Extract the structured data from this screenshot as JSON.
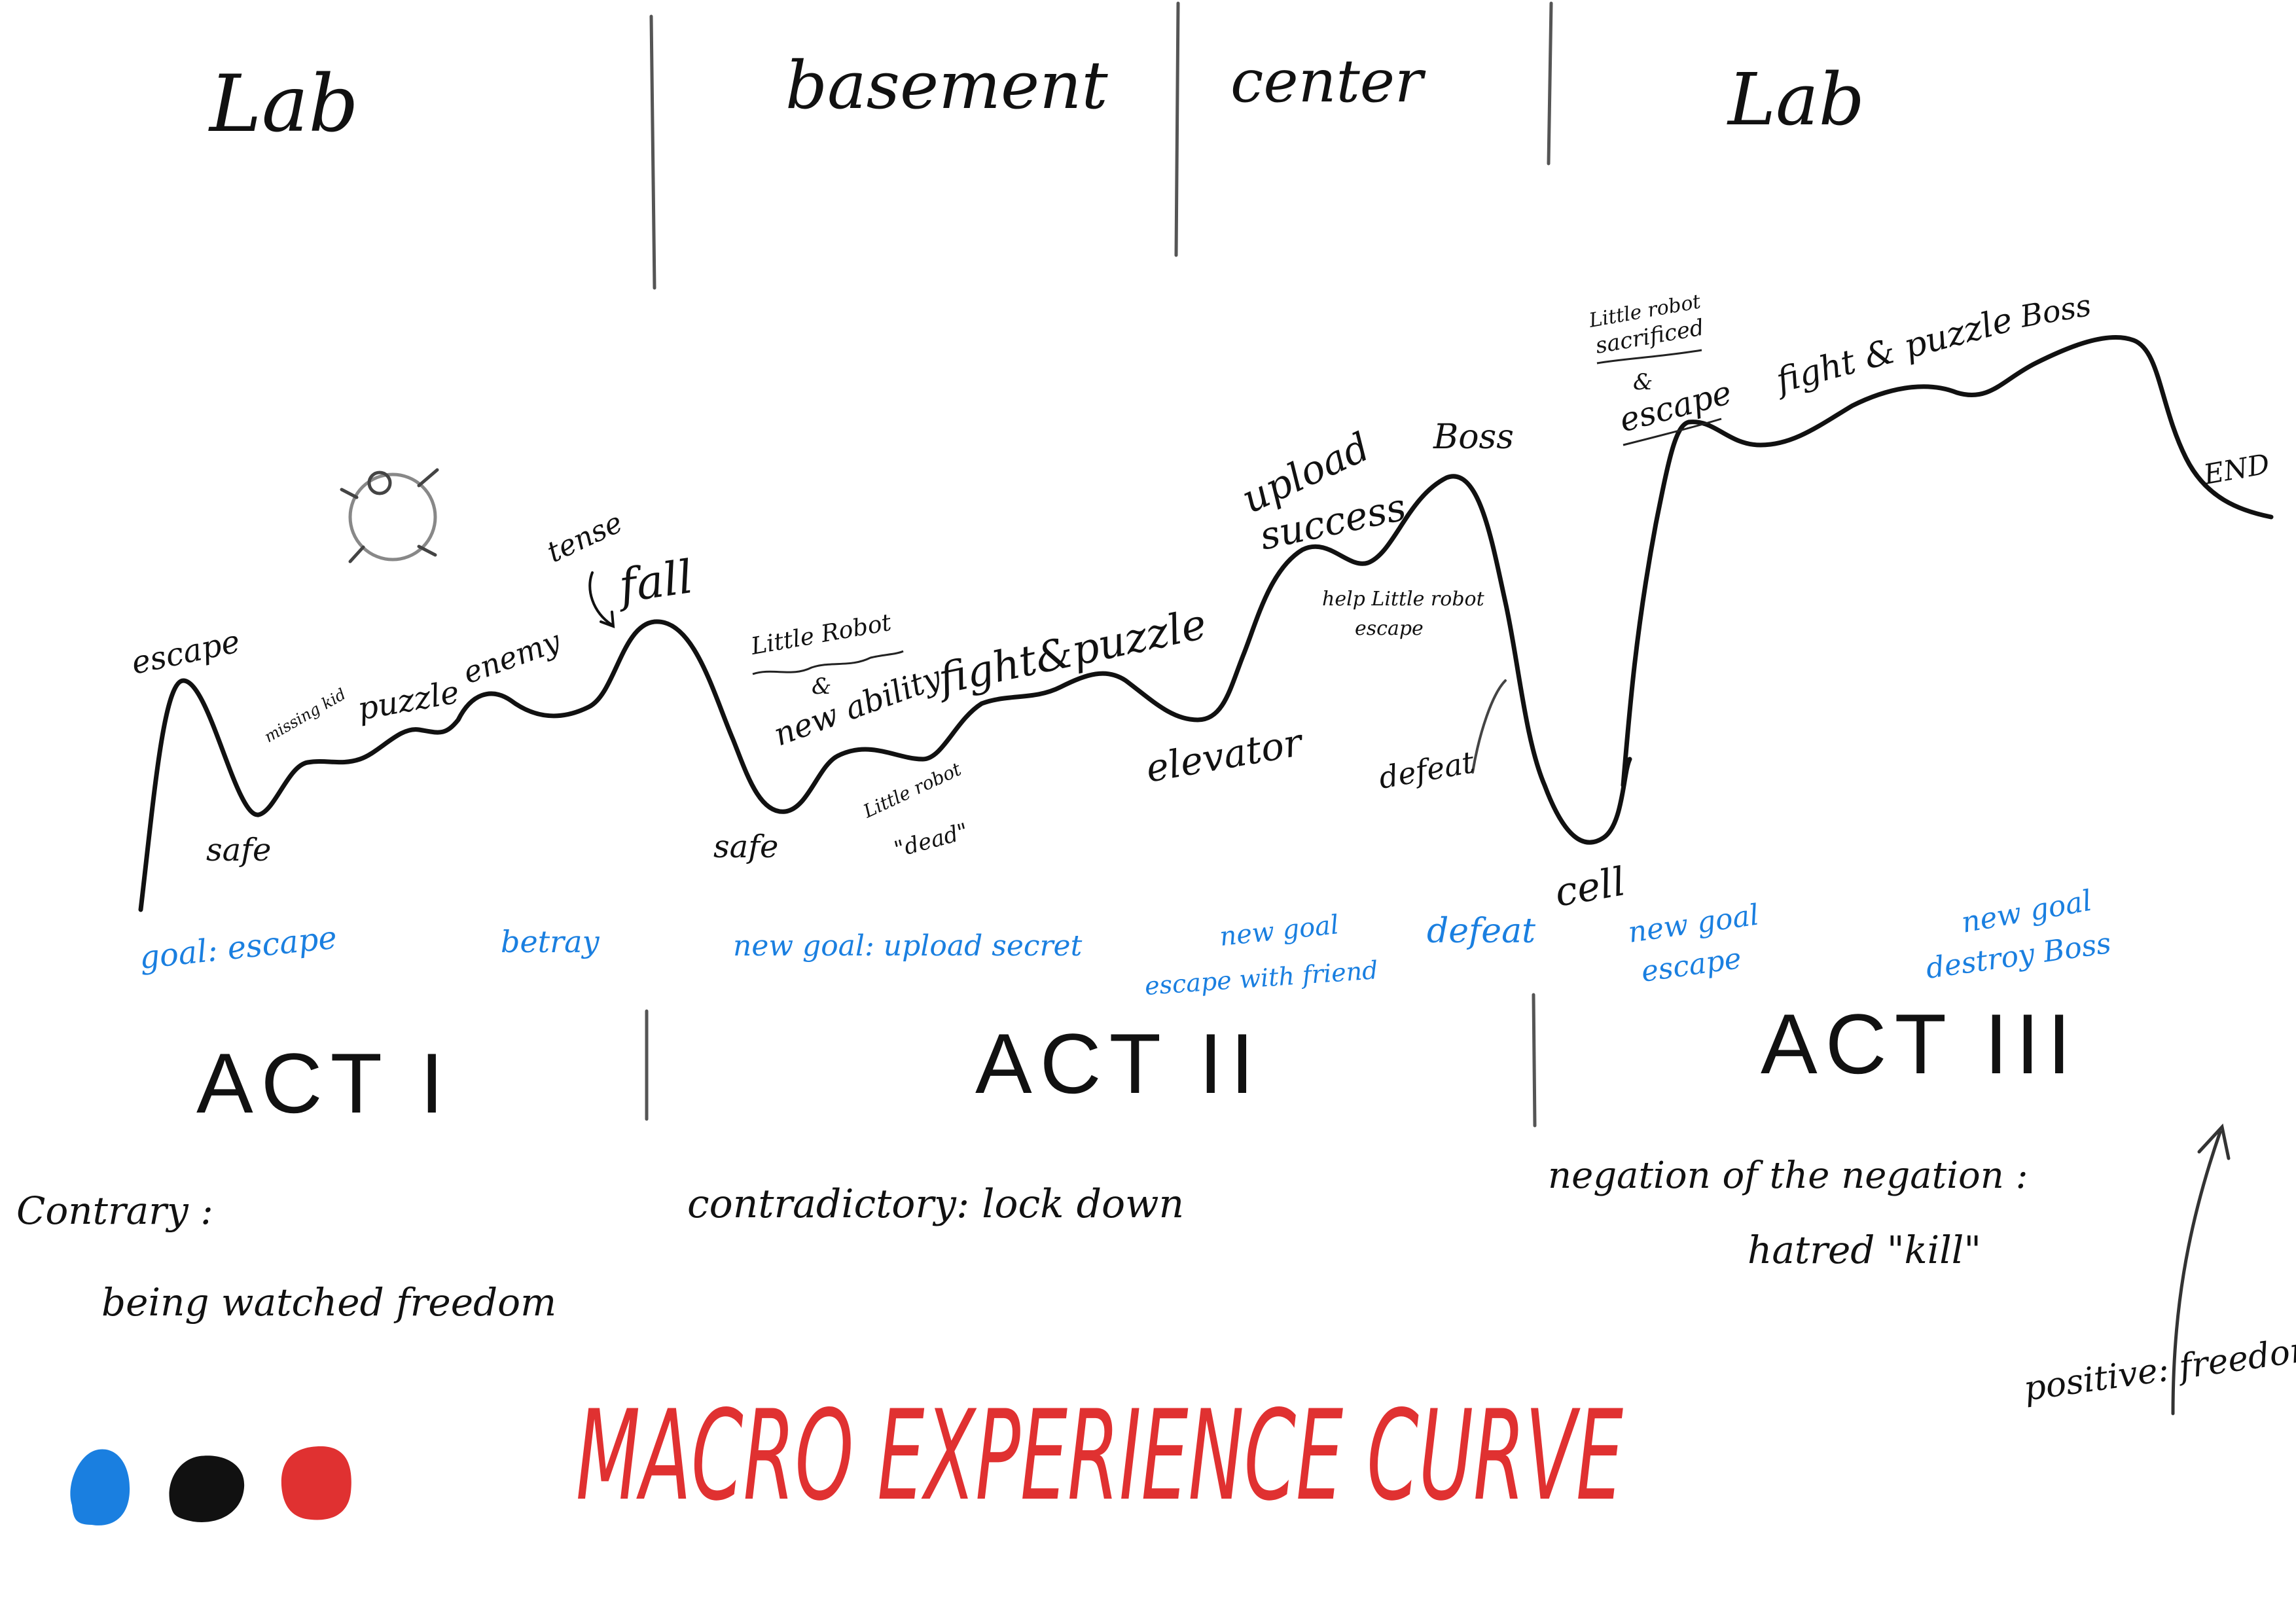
{
  "locations": [
    "Lab",
    "basement",
    "center",
    "Lab"
  ],
  "acts": [
    "ACT I",
    "ACT II",
    "ACT III"
  ],
  "title": "MACRO EXPERIENCE CURVE",
  "curve_labels": {
    "escape": "escape",
    "safe1": "safe",
    "missing_kid": "missing kid",
    "puzzle": "puzzle",
    "enemy": "enemy",
    "tense": "tense",
    "fall": "fall",
    "safe2": "safe",
    "little_robot": "Little Robot",
    "amp1": "&",
    "new_ability": "new ability",
    "little_robot_dead": "Little robot",
    "dead": "\"dead\"",
    "fight_puzzle1": "fight&puzzle",
    "elevator": "elevator",
    "upload": "upload",
    "success": "success",
    "help_robot": "help Little robot",
    "escape_help": "escape",
    "boss1": "Boss",
    "defeat1": "defeat",
    "cell": "cell",
    "robot_sacrificed_1": "Little robot",
    "robot_sacrificed_2": "sacrificed",
    "amp2": "&",
    "escape2": "escape",
    "fight_puzzle2": "fight & puzzle",
    "boss2": "Boss",
    "end": "END"
  },
  "goals": {
    "goal_escape": "goal: escape",
    "betray": "betray",
    "upload_secret": "new goal: upload secret",
    "escape_friend_1": "new goal",
    "escape_friend_2": "escape with friend",
    "defeat": "defeat",
    "new_goal_escape_1": "new goal",
    "new_goal_escape_2": "escape",
    "destroy_boss_1": "new goal",
    "destroy_boss_2": "destroy Boss"
  },
  "themes": {
    "act1_a": "Contrary :",
    "act1_b": "being watched freedom",
    "act2": "contradictory: lock down",
    "act3_a": "negation of the negation :",
    "act3_b": "hatred \"kill\"",
    "positive": "positive: freedom"
  },
  "colors": {
    "ink": "#111111",
    "goal_blue": "#1a7fe0",
    "title_red": "#e03131",
    "swatches": [
      "#1a7fe0",
      "#111111",
      "#e03131"
    ]
  }
}
